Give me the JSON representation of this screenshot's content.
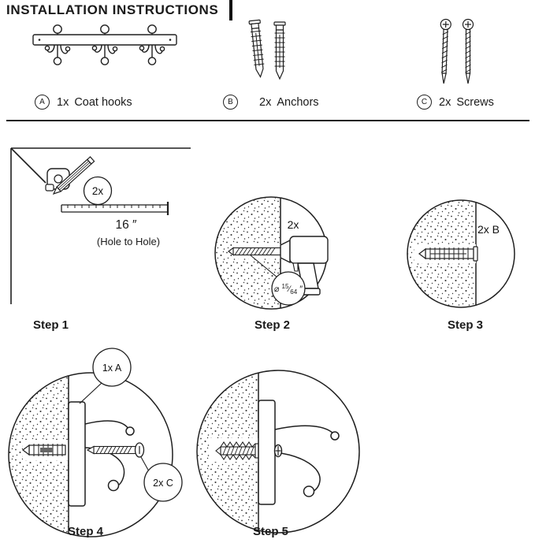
{
  "title": "INSTALLATION INSTRUCTIONS",
  "parts": {
    "a": {
      "badge": "A",
      "qty": "1x",
      "label": "Coat hooks"
    },
    "b": {
      "badge": "B",
      "qty": "2x",
      "label": "Anchors"
    },
    "c": {
      "badge": "C",
      "qty": "2x",
      "label": "Screws"
    }
  },
  "steps": [
    {
      "label": "Step 1"
    },
    {
      "label": "Step 2"
    },
    {
      "label": "Step 3"
    },
    {
      "label": "Step 4"
    },
    {
      "label": "Step 5"
    }
  ],
  "step1": {
    "qty_callout": "2x",
    "measurement": "16 ″",
    "note": "(Hole to Hole)"
  },
  "step2": {
    "qty_callout": "2x",
    "dia_symbol": "⌀",
    "numerator": "15",
    "fraction_slash": "⁄",
    "denominator": "64",
    "unit": "″"
  },
  "step3": {
    "qty_callout": "2x B"
  },
  "step4": {
    "hook_callout": "1x A",
    "screw_callout": "2x C"
  }
}
